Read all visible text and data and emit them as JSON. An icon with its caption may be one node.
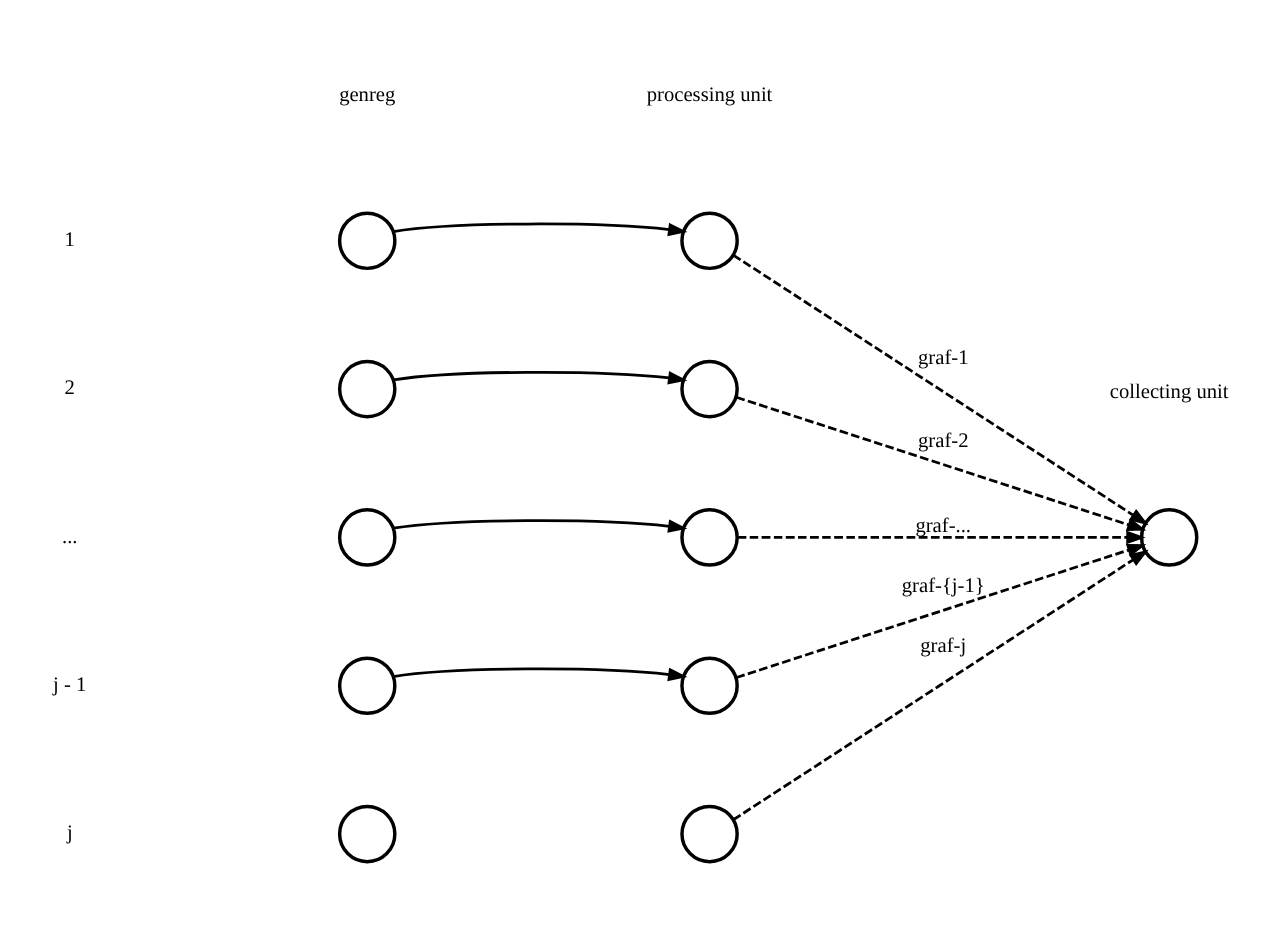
{
  "diagram": {
    "nodes": [
      {
        "text": [],
        "shape": "circle"
      },
      {
        "text": [],
        "shape": "circle"
      },
      {
        "text": [],
        "shape": "circle"
      },
      {
        "text": [],
        "shape": "circle"
      },
      {
        "text": [],
        "shape": "circle"
      },
      {
        "text": [],
        "shape": "circle"
      },
      {
        "text": [],
        "shape": "circle"
      },
      {
        "text": [],
        "shape": "circle"
      },
      {
        "text": [],
        "shape": "circle"
      },
      {
        "text": [],
        "shape": "circle"
      },
      {
        "text": [],
        "shape": "circle"
      }
    ],
    "edges": [
      {
        "from": 0,
        "to": 5,
        "arrow": "to"
      },
      {
        "from": 1,
        "to": 6,
        "arrow": "to"
      },
      {
        "from": 2,
        "to": 7,
        "arrow": "to"
      },
      {
        "from": 3,
        "to": 8,
        "arrow": "to"
      },
      {
        "from": 5,
        "to": 10,
        "arrow": "to",
        "style": "dashed",
        "label": "graf-1"
      },
      {
        "from": 6,
        "to": 10,
        "arrow": "to",
        "style": "dashed",
        "label": "graf-2"
      },
      {
        "from": 7,
        "to": 10,
        "arrow": "to",
        "style": "dashed",
        "label": "graf-..."
      },
      {
        "from": 8,
        "to": 10,
        "arrow": "to",
        "style": "dashed",
        "label": "graf-{j-1}"
      },
      {
        "from": 9,
        "to": 10,
        "arrow": "to",
        "style": "dashed",
        "label": "graf-j"
      }
    ],
    "labels": [
      "genreg",
      "processing unit",
      "collecting unit",
      "1",
      "2",
      "...",
      "j - 1",
      "j"
    ]
  }
}
